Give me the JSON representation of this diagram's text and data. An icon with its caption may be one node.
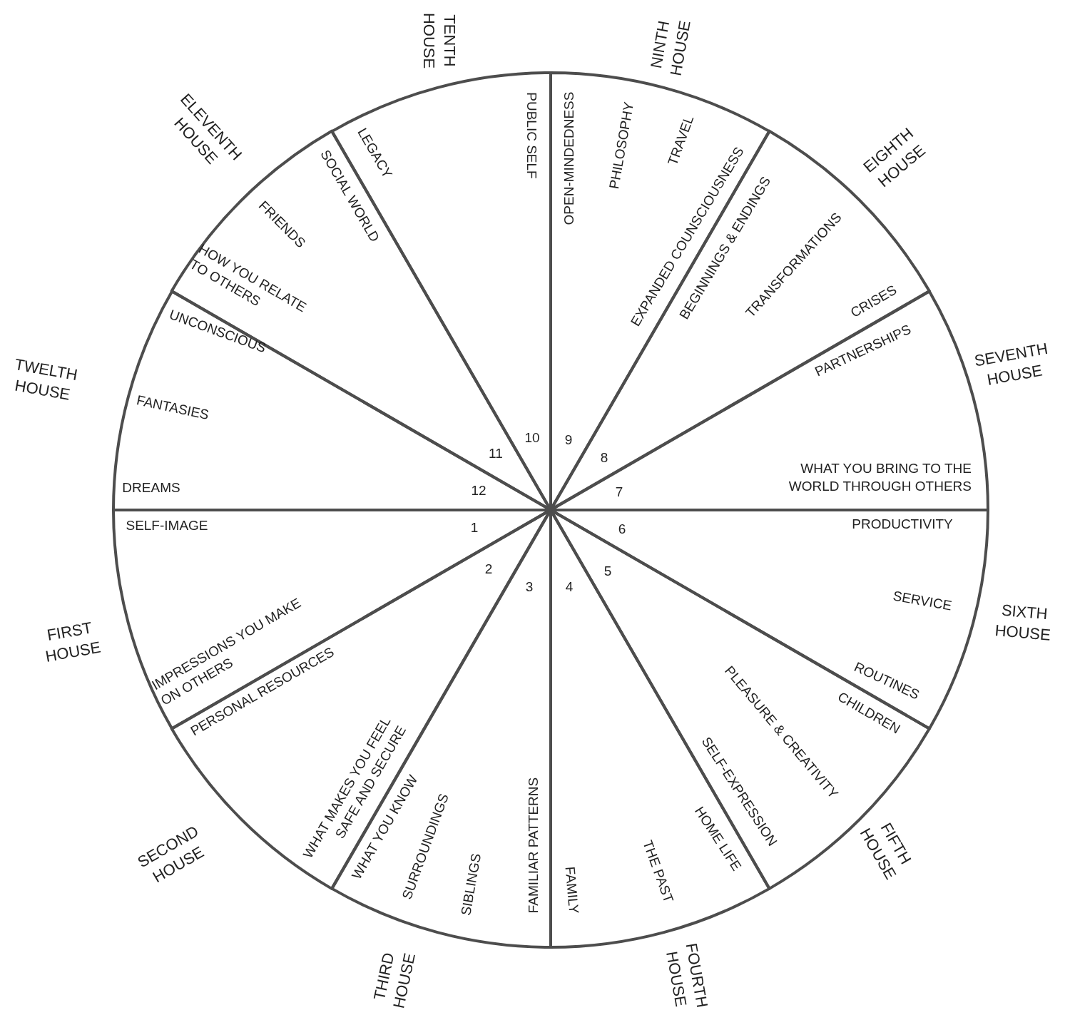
{
  "diagram": {
    "nodes": [
      {
        "text": [
          "FIRST HOUSE",
          "1",
          "SELF-IMAGE",
          "IMPRESSIONS YOU MAKE ON OTHERS"
        ]
      },
      {
        "text": [
          "SECOND HOUSE",
          "2",
          "PERSONAL RESOURCES",
          "WHAT MAKES YOU FEEL SAFE AND SECURE"
        ]
      },
      {
        "text": [
          "THIRD HOUSE",
          "3",
          "WHAT YOU KNOW",
          "SURROUNDINGS",
          "SIBLINGS",
          "FAMILIAR PATTERNS"
        ]
      },
      {
        "text": [
          "FOURTH HOUSE",
          "4",
          "FAMILY",
          "THE PAST",
          "HOME LIFE"
        ]
      },
      {
        "text": [
          "FIFTH HOUSE",
          "5",
          "SELF-EXPRESSION",
          "PLEASURE & CREATIVITY",
          "CHILDREN"
        ]
      },
      {
        "text": [
          "SIXTH HOUSE",
          "6",
          "PRODUCTIVITY",
          "SERVICE",
          "ROUTINES"
        ]
      },
      {
        "text": [
          "SEVENTH HOUSE",
          "7",
          "WHAT YOU BRING TO THE WORLD THROUGH OTHERS",
          "PARTNERSHIPS"
        ]
      },
      {
        "text": [
          "EIGHTH HOUSE",
          "8",
          "CRISES",
          "TRANSFORMATIONS",
          "BEGINNINGS & ENDINGS"
        ]
      },
      {
        "text": [
          "NINTH HOUSE",
          "9",
          "OPEN-MINDEDNESS",
          "PHILOSOPHY",
          "TRAVEL",
          "EXPANDED COUNSCIOUSNESS"
        ]
      },
      {
        "text": [
          "TENTH HOUSE",
          "10",
          "PUBLIC SELF",
          "LEGACY"
        ]
      },
      {
        "text": [
          "ELEVENTH HOUSE",
          "11",
          "SOCIAL WORLD",
          "FRIENDS",
          "HOW YOU RELATE TO OTHERS"
        ]
      },
      {
        "text": [
          "TWELTH HOUSE",
          "12",
          "UNCONSCIOUS",
          "FANTASIES",
          "DREAMS"
        ]
      }
    ]
  }
}
